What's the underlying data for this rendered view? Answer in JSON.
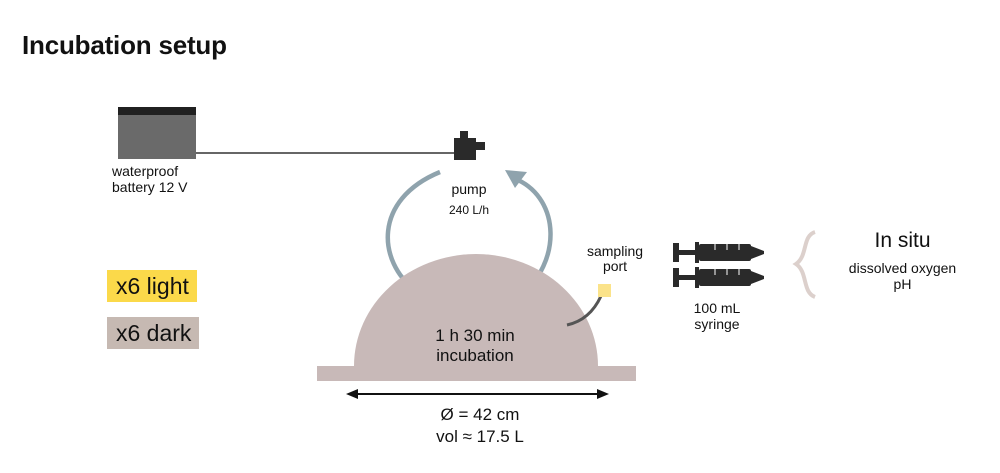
{
  "title": "Incubation setup",
  "battery": {
    "line1": "waterproof",
    "line2": "battery 12 V"
  },
  "pump": {
    "label": "pump",
    "rate": "240 L/h"
  },
  "legend": [
    {
      "label": "x6 light",
      "color": "#fbd94a"
    },
    {
      "label": "x6 dark",
      "color": "#c6b9b2"
    }
  ],
  "chamber": {
    "line1": "1 h 30 min",
    "line2": "incubation",
    "color": "#c8b9b8",
    "port_color": "#fbe38a"
  },
  "sampling_port": {
    "line1": "sampling",
    "line2": "port"
  },
  "syringe": {
    "line1": "100 mL",
    "line2": "syringe"
  },
  "measurements": {
    "heading": "In situ",
    "line1": "dissolved oxygen",
    "line2": "pH"
  },
  "dimensions": {
    "diameter": "Ø = 42 cm",
    "volume": "vol ≈ 17.5 L"
  },
  "colors": {
    "arrow": "#8fa3ad",
    "battery_body": "#6a6a6a",
    "battery_top": "#202020",
    "dark_parts": "#2a2a2a",
    "brace": "#dcd0cc"
  }
}
